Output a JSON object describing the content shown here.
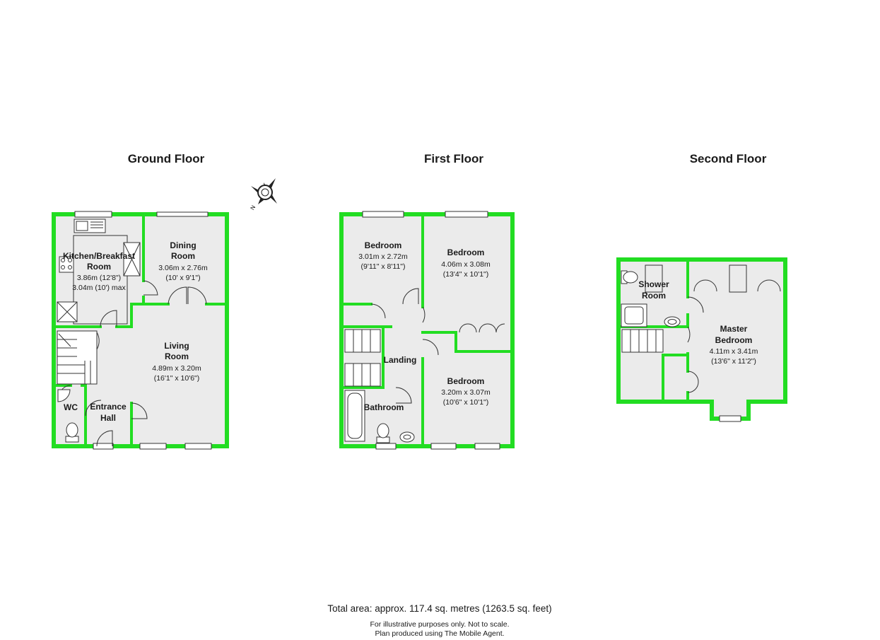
{
  "floors": {
    "ground": {
      "title": "Ground Floor",
      "rooms": {
        "kitchen": {
          "name1": "Kitchen/Breakfast",
          "name2": "Room",
          "dim1": "3.86m (12'8\")",
          "dim2": "3.04m (10') max"
        },
        "dining": {
          "name1": "Dining",
          "name2": "Room",
          "dim1": "3.06m x 2.76m",
          "dim2": "(10' x 9'1\")"
        },
        "living": {
          "name1": "Living",
          "name2": "Room",
          "dim1": "4.89m x 3.20m",
          "dim2": "(16'1\" x 10'6\")"
        },
        "wc": {
          "name1": "WC"
        },
        "hall": {
          "name1": "Entrance",
          "name2": "Hall"
        }
      }
    },
    "first": {
      "title": "First Floor",
      "rooms": {
        "bedroom1": {
          "name1": "Bedroom",
          "dim1": "3.01m x 2.72m",
          "dim2": "(9'11\" x 8'11\")"
        },
        "bedroom2": {
          "name1": "Bedroom",
          "dim1": "4.06m x 3.08m",
          "dim2": "(13'4\" x 10'1\")"
        },
        "bedroom3": {
          "name1": "Bedroom",
          "dim1": "3.20m x 3.07m",
          "dim2": "(10'6\" x 10'1\")"
        },
        "landing": {
          "name1": "Landing"
        },
        "bathroom": {
          "name1": "Bathroom"
        }
      }
    },
    "second": {
      "title": "Second Floor",
      "rooms": {
        "shower": {
          "name1": "Shower",
          "name2": "Room"
        },
        "master": {
          "name1": "Master",
          "name2": "Bedroom",
          "dim1": "4.11m x 3.41m",
          "dim2": "(13'6\" x 11'2\")"
        }
      }
    }
  },
  "compass": {
    "letter": "N"
  },
  "colors": {
    "wall": "#22dd22",
    "floor": "#ebebeb",
    "fixture": "#333333"
  },
  "footer": {
    "total_area": "Total area: approx. 117.4 sq. metres (1263.5 sq. feet)",
    "note1": "For illustrative purposes only. Not to scale.",
    "note2": "Plan produced using The Mobile Agent."
  }
}
